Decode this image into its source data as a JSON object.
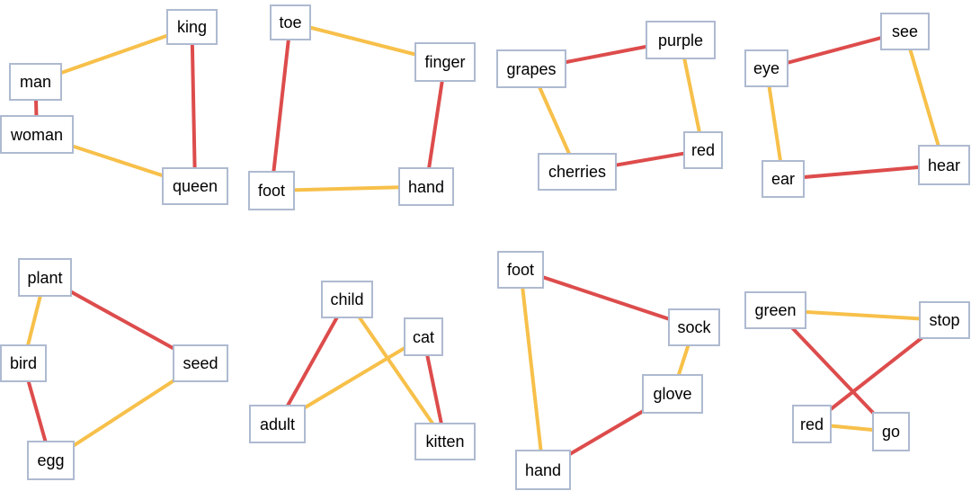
{
  "colors": {
    "red_link": "#dd4c4c",
    "yellow_link": "#f7c04a",
    "node_border": "#aebad0"
  },
  "graphs": [
    {
      "nodes": [
        {
          "id": "king",
          "label": "king"
        },
        {
          "id": "man",
          "label": "man"
        },
        {
          "id": "woman",
          "label": "woman"
        },
        {
          "id": "queen",
          "label": "queen"
        }
      ],
      "edges": [
        {
          "from": "man",
          "to": "king",
          "color": "yellow"
        },
        {
          "from": "king",
          "to": "queen",
          "color": "red"
        },
        {
          "from": "man",
          "to": "woman",
          "color": "red"
        },
        {
          "from": "woman",
          "to": "queen",
          "color": "yellow"
        }
      ]
    },
    {
      "nodes": [
        {
          "id": "toe",
          "label": "toe"
        },
        {
          "id": "finger",
          "label": "finger"
        },
        {
          "id": "foot",
          "label": "foot"
        },
        {
          "id": "hand",
          "label": "hand"
        }
      ],
      "edges": [
        {
          "from": "toe",
          "to": "finger",
          "color": "yellow"
        },
        {
          "from": "toe",
          "to": "foot",
          "color": "red"
        },
        {
          "from": "finger",
          "to": "hand",
          "color": "red"
        },
        {
          "from": "foot",
          "to": "hand",
          "color": "yellow"
        }
      ]
    },
    {
      "nodes": [
        {
          "id": "grapes",
          "label": "grapes"
        },
        {
          "id": "purple",
          "label": "purple"
        },
        {
          "id": "cherries",
          "label": "cherries"
        },
        {
          "id": "red",
          "label": "red"
        }
      ],
      "edges": [
        {
          "from": "grapes",
          "to": "purple",
          "color": "red"
        },
        {
          "from": "purple",
          "to": "red",
          "color": "yellow"
        },
        {
          "from": "grapes",
          "to": "cherries",
          "color": "yellow"
        },
        {
          "from": "cherries",
          "to": "red",
          "color": "red"
        }
      ]
    },
    {
      "nodes": [
        {
          "id": "eye",
          "label": "eye"
        },
        {
          "id": "see",
          "label": "see"
        },
        {
          "id": "ear",
          "label": "ear"
        },
        {
          "id": "hear",
          "label": "hear"
        }
      ],
      "edges": [
        {
          "from": "eye",
          "to": "see",
          "color": "red"
        },
        {
          "from": "see",
          "to": "hear",
          "color": "yellow"
        },
        {
          "from": "eye",
          "to": "ear",
          "color": "yellow"
        },
        {
          "from": "ear",
          "to": "hear",
          "color": "red"
        }
      ]
    },
    {
      "nodes": [
        {
          "id": "plant",
          "label": "plant"
        },
        {
          "id": "bird",
          "label": "bird"
        },
        {
          "id": "seed",
          "label": "seed"
        },
        {
          "id": "egg",
          "label": "egg"
        }
      ],
      "edges": [
        {
          "from": "plant",
          "to": "bird",
          "color": "yellow"
        },
        {
          "from": "plant",
          "to": "seed",
          "color": "red"
        },
        {
          "from": "bird",
          "to": "egg",
          "color": "red"
        },
        {
          "from": "seed",
          "to": "egg",
          "color": "yellow"
        }
      ]
    },
    {
      "nodes": [
        {
          "id": "child",
          "label": "child"
        },
        {
          "id": "cat",
          "label": "cat"
        },
        {
          "id": "adult",
          "label": "adult"
        },
        {
          "id": "kitten",
          "label": "kitten"
        }
      ],
      "edges": [
        {
          "from": "child",
          "to": "adult",
          "color": "red"
        },
        {
          "from": "child",
          "to": "kitten",
          "color": "yellow"
        },
        {
          "from": "cat",
          "to": "adult",
          "color": "yellow"
        },
        {
          "from": "cat",
          "to": "kitten",
          "color": "red"
        }
      ]
    },
    {
      "nodes": [
        {
          "id": "foot",
          "label": "foot"
        },
        {
          "id": "sock",
          "label": "sock"
        },
        {
          "id": "glove",
          "label": "glove"
        },
        {
          "id": "hand",
          "label": "hand"
        }
      ],
      "edges": [
        {
          "from": "foot",
          "to": "sock",
          "color": "red"
        },
        {
          "from": "foot",
          "to": "hand",
          "color": "yellow"
        },
        {
          "from": "sock",
          "to": "glove",
          "color": "yellow"
        },
        {
          "from": "glove",
          "to": "hand",
          "color": "red"
        }
      ]
    },
    {
      "nodes": [
        {
          "id": "green",
          "label": "green"
        },
        {
          "id": "stop",
          "label": "stop"
        },
        {
          "id": "red",
          "label": "red"
        },
        {
          "id": "go",
          "label": "go"
        }
      ],
      "edges": [
        {
          "from": "green",
          "to": "stop",
          "color": "yellow"
        },
        {
          "from": "green",
          "to": "go",
          "color": "red"
        },
        {
          "from": "stop",
          "to": "red",
          "color": "red"
        },
        {
          "from": "red",
          "to": "go",
          "color": "yellow"
        }
      ]
    }
  ]
}
